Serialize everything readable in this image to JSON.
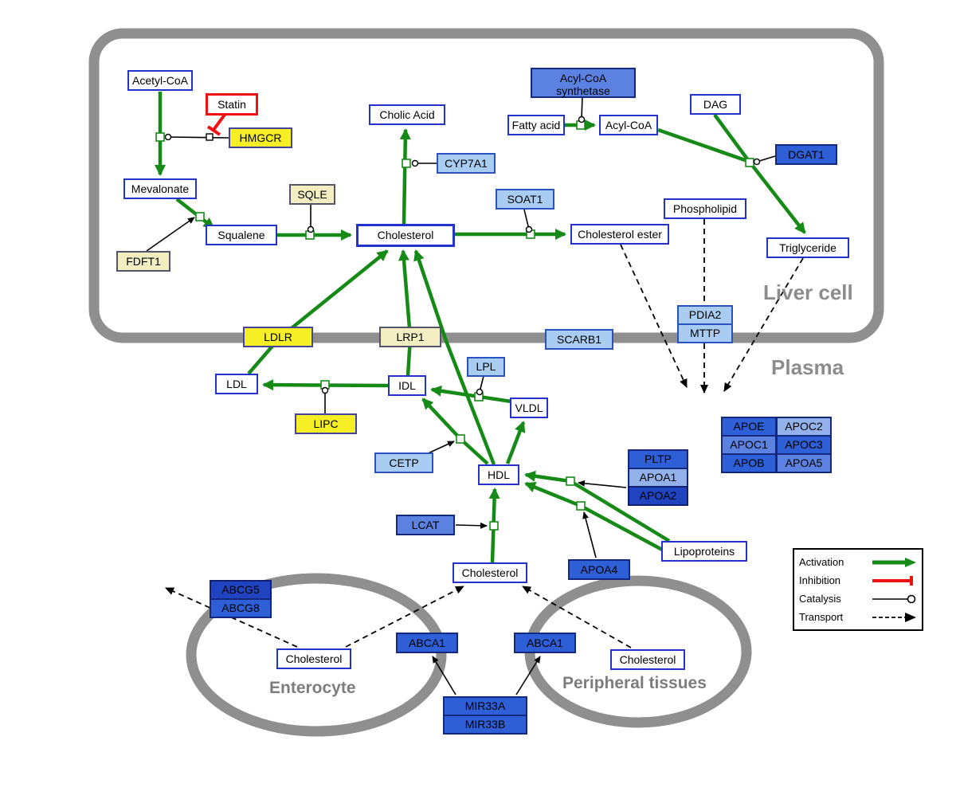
{
  "colors": {
    "activation_green": "#168a16",
    "inhibition_red": "#ee1111",
    "membrane_gray": "#8f8f8f",
    "metabolite_border_blue": "#2233cc",
    "gene_yellow": "#f6ef25",
    "gene_pale_yellow": "#f2eec2",
    "gene_light_blue": "#a9cdf2",
    "gene_blue": "#2f5fd6"
  },
  "compartments": {
    "liver": {
      "label": "Liver cell"
    },
    "plasma": {
      "label": "Plasma"
    },
    "enterocyte": {
      "label": "Enterocyte"
    },
    "peripheral": {
      "label": "Peripheral tissues"
    }
  },
  "legend": {
    "activation": "Activation",
    "inhibition": "Inhibition",
    "catalysis": "Catalysis",
    "transport": "Transport"
  },
  "nodes": {
    "acetyl_coa": {
      "label": "Acetyl-CoA"
    },
    "statin": {
      "label": "Statin"
    },
    "hmgcr": {
      "label": "HMGCR"
    },
    "mevalonate": {
      "label": "Mevalonate"
    },
    "sqle": {
      "label": "SQLE"
    },
    "fdft1": {
      "label": "FDFT1"
    },
    "squalene": {
      "label": "Squalene"
    },
    "cholesterol_liver": {
      "label": "Cholesterol"
    },
    "cholic_acid": {
      "label": "Cholic Acid"
    },
    "cyp7a1": {
      "label": "CYP7A1"
    },
    "acyl_coa_synthetase": {
      "label": "Acyl-CoA synthetase"
    },
    "fatty_acid": {
      "label": "Fatty acid"
    },
    "acyl_coa": {
      "label": "Acyl-CoA"
    },
    "dag": {
      "label": "DAG"
    },
    "dgat1": {
      "label": "DGAT1"
    },
    "soat1": {
      "label": "SOAT1"
    },
    "cholesterol_ester": {
      "label": "Cholesterol ester"
    },
    "phospholipid": {
      "label": "Phospholipid"
    },
    "triglyceride": {
      "label": "Triglyceride"
    },
    "pdia2": {
      "label": "PDIA2"
    },
    "mttp": {
      "label": "MTTP"
    },
    "ldlr": {
      "label": "LDLR"
    },
    "lrp1": {
      "label": "LRP1"
    },
    "scarb1": {
      "label": "SCARB1"
    },
    "ldl": {
      "label": "LDL"
    },
    "idl": {
      "label": "IDL"
    },
    "lpl": {
      "label": "LPL"
    },
    "vldl": {
      "label": "VLDL"
    },
    "lipc": {
      "label": "LIPC"
    },
    "cetp": {
      "label": "CETP"
    },
    "hdl": {
      "label": "HDL"
    },
    "pltp": {
      "label": "PLTP"
    },
    "apoa1": {
      "label": "APOA1"
    },
    "apoa2": {
      "label": "APOA2"
    },
    "lcat": {
      "label": "LCAT"
    },
    "apoa4": {
      "label": "APOA4"
    },
    "lipoproteins": {
      "label": "Lipoproteins"
    },
    "apoe": {
      "label": "APOE"
    },
    "apoc2": {
      "label": "APOC2"
    },
    "apoc1": {
      "label": "APOC1"
    },
    "apoc3": {
      "label": "APOC3"
    },
    "apob": {
      "label": "APOB"
    },
    "apoa5": {
      "label": "APOA5"
    },
    "cholesterol_plasma": {
      "label": "Cholesterol"
    },
    "abcg5": {
      "label": "ABCG5"
    },
    "abcg8": {
      "label": "ABCG8"
    },
    "cholesterol_enterocyte": {
      "label": "Cholesterol"
    },
    "abca1_left": {
      "label": "ABCA1"
    },
    "abca1_right": {
      "label": "ABCA1"
    },
    "cholesterol_peripheral": {
      "label": "Cholesterol"
    },
    "mir33a": {
      "label": "MIR33A"
    },
    "mir33b": {
      "label": "MIR33B"
    }
  }
}
